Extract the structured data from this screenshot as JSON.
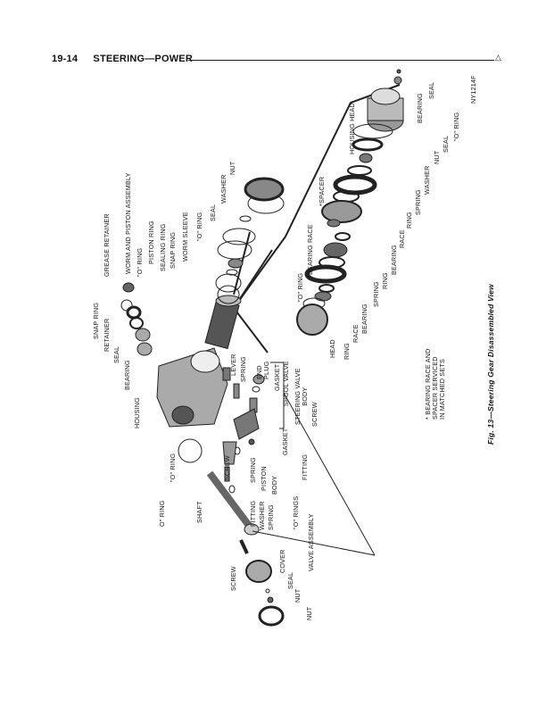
{
  "header": {
    "page_number": "19-14",
    "section": "STEERING—POWER",
    "marker": "△"
  },
  "figure_id": "NY1214F",
  "labels": {
    "snap_ring_1": "SNAP RING",
    "retainer": "RETAINER",
    "seal_1": "SEAL",
    "bearing_1": "BEARING",
    "housing": "HOUSING",
    "grease_retainer": "GREASE RETAINER",
    "worm_piston": "WORM AND PISTON ASSEMBLY",
    "o_ring_1": "\"O\" RING",
    "piston_ring": "PISTON RING",
    "sealing_ring": "SEALING RING",
    "snap_ring_2": "SNAP RING",
    "worm_sleeve": "WORM SLEEVE",
    "o_ring_2": "\"O\" RING",
    "seal_2": "SEAL",
    "washer_1": "WASHER",
    "nut_1": "NUT",
    "lever": "LEVER",
    "spring_1": "SPRING",
    "end_plug_1": "END",
    "end_plug_2": "PLUG",
    "gasket_1": "GASKET",
    "spool_valve": "SPOOL VALVE",
    "steering_valve_1": "STEERING VALVE",
    "steering_valve_2": "BODY",
    "screw_1": "SCREW",
    "gasket_2": "GASKET",
    "fitting_1": "FITTING",
    "o_rings": "\"O\" RINGS",
    "body": "BODY",
    "piston": "PISTON",
    "spring_2": "SPRING",
    "screw_2": "SCREW",
    "o_ring_3": "\"O\" RING",
    "o_ring_4": "O\" RING",
    "shaft": "SHAFT",
    "fitting_2": "FITTING",
    "washer_2": "WASHER",
    "spring_3": "SPRING",
    "valve_assembly": "VALVE ASSEMBLY",
    "screw_3": "SCREW",
    "cover": "COVER",
    "seal_3": "SEAL",
    "nut_2": "NUT",
    "nut_3": "NUT",
    "housing_head": "HOUSING HEAD",
    "bearing_2": "BEARING",
    "seal_4": "SEAL",
    "o_ring_5": "\"O\" RING",
    "seal_5": "SEAL",
    "nut_4": "NUT",
    "washer_3": "WASHER",
    "spring_4": "SPRING",
    "ring_1": "RING",
    "spacer": "*SPACER",
    "race_1": "RACE",
    "bearing_3": "BEARING",
    "ring_2": "RING",
    "spring_5": "SPRING",
    "bearing_race": "*BEARING RACE",
    "o_ring_6": "\"O\" RING",
    "bearing_4": "BEARING",
    "race_2": "RACE",
    "ring_3": "RING",
    "head": "HEAD"
  },
  "footnote": [
    "* BEARING RACE AND",
    "SPACER SERVICED",
    "IN MATCHED SETS"
  ],
  "caption": "Fig. 13—Steering Gear Disassembled View"
}
